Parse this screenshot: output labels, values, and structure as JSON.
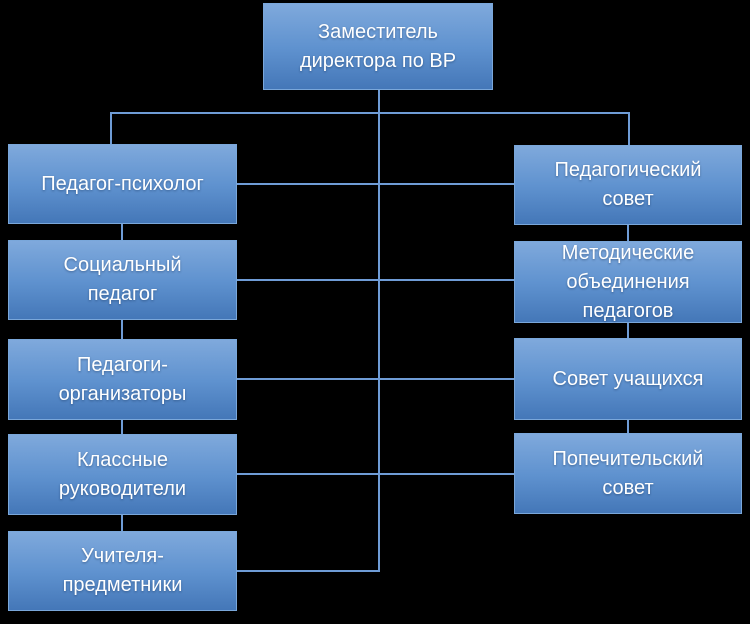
{
  "diagram": {
    "type": "org-chart",
    "root": {
      "label": "Заместитель\nдиректора по ВР"
    },
    "left_column": [
      {
        "label": "Педагог-психолог"
      },
      {
        "label": "Социальный\nпедагог"
      },
      {
        "label": "Педагоги-\nорганизаторы"
      },
      {
        "label": "Классные\nруководители"
      },
      {
        "label": "Учителя-\nпредметники"
      }
    ],
    "right_column": [
      {
        "label": "Педагогический\nсовет"
      },
      {
        "label": "Методические\nобъединения\nпедагогов"
      },
      {
        "label": "Совет учащихся"
      },
      {
        "label": "Попечительский\nсовет"
      }
    ]
  },
  "theme": {
    "background": "#000000",
    "node_fill_top": "#7fa9dc",
    "node_fill_mid": "#5f92cf",
    "node_fill_bottom": "#4477b8",
    "node_border": "#7aa7da",
    "connector_color": "#6f9cd6",
    "text_color": "#ffffff"
  }
}
